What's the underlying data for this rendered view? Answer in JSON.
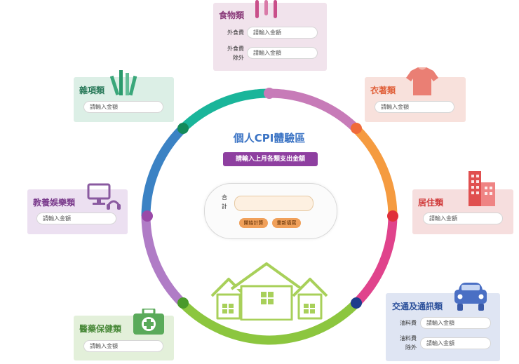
{
  "center": {
    "title": "個人CPI體驗區",
    "instruction": "請輸入上月各類支出金額",
    "total_label": "合\n計",
    "calc_button": "開始計算",
    "reset_button": "重新填寫"
  },
  "placeholder": "請輸入金額",
  "categories": {
    "food": {
      "title": "食物類",
      "field1_label": "外食費",
      "field2_label": "外食費\n除外"
    },
    "clothing": {
      "title": "衣著類"
    },
    "misc": {
      "title": "雜項類"
    },
    "housing": {
      "title": "居住類"
    },
    "education": {
      "title": "教養娛樂類"
    },
    "transport": {
      "title": "交通及通訊類",
      "field1_label": "油料費",
      "field2_label": "油料費\n除外"
    },
    "medical": {
      "title": "醫藥保健類"
    }
  },
  "colors": {
    "title_blue": "#3a73c4",
    "instruction_bg": "#8e3fa0",
    "button_orange": "#f0a05a",
    "house_green": "#a8d05a"
  }
}
